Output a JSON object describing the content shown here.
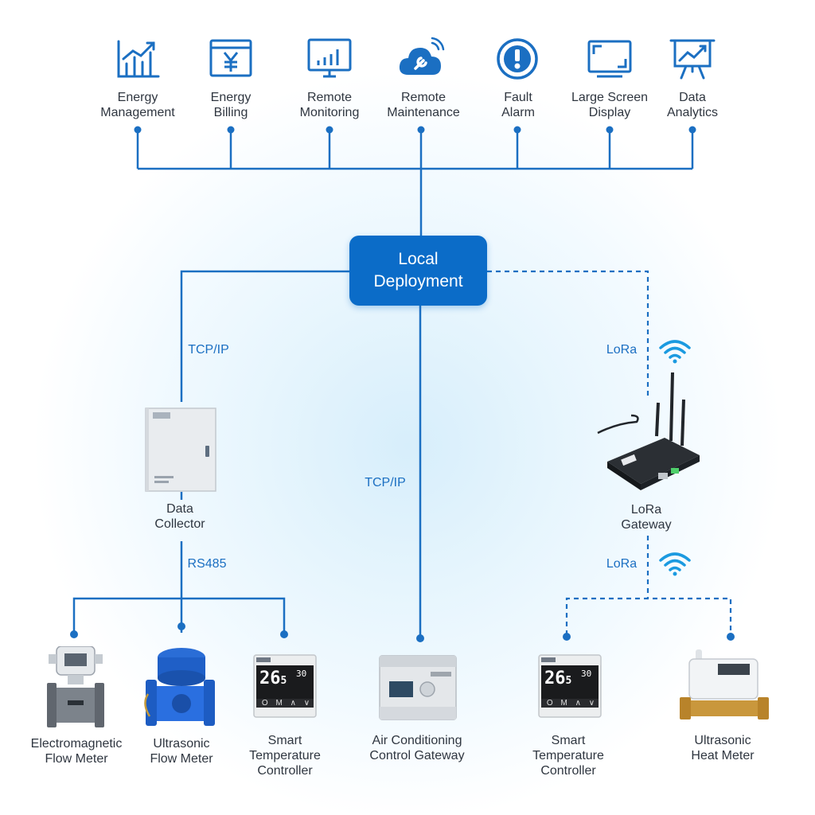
{
  "applications": [
    {
      "icon": "energy-management-chart-icon",
      "line1": "Energy",
      "line2": "Management"
    },
    {
      "icon": "energy-billing-yen-icon",
      "line1": "Energy",
      "line2": "Billing"
    },
    {
      "icon": "remote-monitoring-monitor-icon",
      "line1": "Remote",
      "line2": "Monitoring"
    },
    {
      "icon": "remote-maintenance-cloud-wrench-icon",
      "line1": "Remote",
      "line2": "Maintenance"
    },
    {
      "icon": "fault-alarm-exclamation-icon",
      "line1": "Fault",
      "line2": "Alarm"
    },
    {
      "icon": "large-screen-display-icon",
      "line1": "Large Screen",
      "line2": "Display"
    },
    {
      "icon": "data-analytics-presentation-icon",
      "line1": "Data",
      "line2": "Analytics"
    }
  ],
  "hub": {
    "line1": "Local",
    "line2": "Deployment"
  },
  "protocols": {
    "tcp_left": "TCP/IP",
    "tcp_center": "TCP/IP",
    "lora_top": "LoRa",
    "rs485": "RS485",
    "lora_bottom": "LoRa"
  },
  "intermediate": {
    "collector": {
      "line1": "Data",
      "line2": "Collector"
    },
    "gateway": {
      "line1": "LoRa",
      "line2": "Gateway"
    }
  },
  "devices": [
    {
      "line1": "Electromagnetic",
      "line2": "Flow Meter",
      "line3": ""
    },
    {
      "line1": "Ultrasonic",
      "line2": "Flow Meter",
      "line3": ""
    },
    {
      "line1": "Smart",
      "line2": "Temperature",
      "line3": "Controller"
    },
    {
      "line1": "Air Conditioning",
      "line2": "Control Gateway",
      "line3": ""
    },
    {
      "line1": "Smart",
      "line2": "Temperature",
      "line3": "Controller"
    },
    {
      "line1": "Ultrasonic",
      "line2": "Heat Meter",
      "line3": ""
    }
  ],
  "thermostat_display": {
    "temp": "26",
    "decimal": "5",
    "setpoint": "30",
    "buttons": [
      "O",
      "M",
      "∧",
      "∨"
    ]
  },
  "colors": {
    "accent": "#0b6cc8",
    "line": "#1b6fc2",
    "text": "#2f3640",
    "background": "#ffffff"
  }
}
